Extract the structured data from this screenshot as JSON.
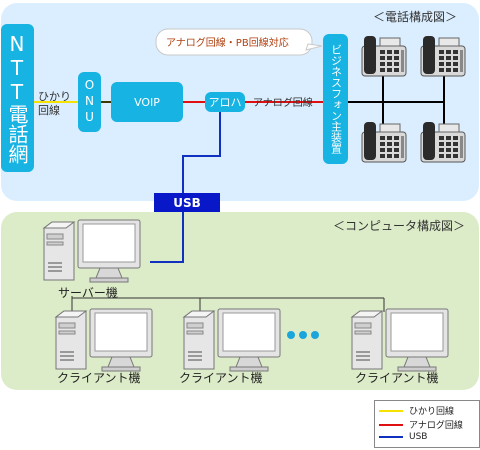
{
  "phone_section": {
    "caption": "＜電話構成図＞",
    "ntt_label": "NTT電話網",
    "hikari_label": "ひかり回線",
    "onu_label": "ONU",
    "voip_label": "VOIP",
    "adapter_label": "アロハ",
    "analog_line_label": "アナログ回線",
    "callout": "アナログ回線・PB回線対応",
    "business_phone_label": "ビジネスフォン主装置"
  },
  "usb_label": "USB",
  "computer_section": {
    "caption": "＜コンピュータ構成図＞",
    "server_label": "サーバー機",
    "client_labels": [
      "クライアント機",
      "クライアント機",
      "クライアント機"
    ]
  },
  "legend": {
    "items": [
      {
        "label": "ひかり回線",
        "color": "#f5e200"
      },
      {
        "label": "アナログ回線",
        "color": "#e01010"
      },
      {
        "label": "USB",
        "color": "#1030c0"
      }
    ]
  },
  "colors": {
    "box_fill": "#17b3e3",
    "phone_bg": "#dbeeff",
    "pc_bg": "#dcebc8",
    "usb_box": "#0818c8"
  }
}
